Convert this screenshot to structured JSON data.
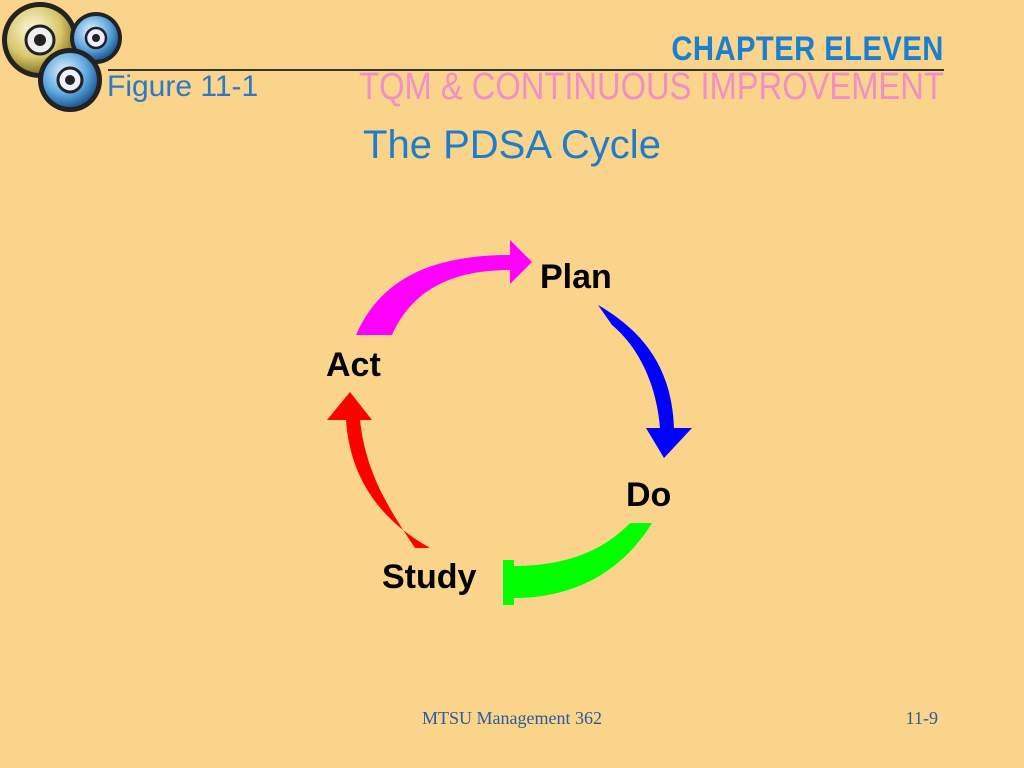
{
  "header": {
    "chapter": "CHAPTER ELEVEN",
    "subtitle": "TQM & CONTINUOUS IMPROVEMENT",
    "figure": "Figure 11-1"
  },
  "slide": {
    "title": "The PDSA Cycle"
  },
  "cycle": {
    "steps": [
      {
        "label": "Plan",
        "color": "#0000ff"
      },
      {
        "label": "Do",
        "color": "#00ff00"
      },
      {
        "label": "Study",
        "color": "#ff0000"
      },
      {
        "label": "Act",
        "color": "#ff00ff"
      }
    ]
  },
  "footer": {
    "course": "MTSU Management 362",
    "page": "11-9"
  },
  "icons": [
    "gears-logo-icon"
  ]
}
